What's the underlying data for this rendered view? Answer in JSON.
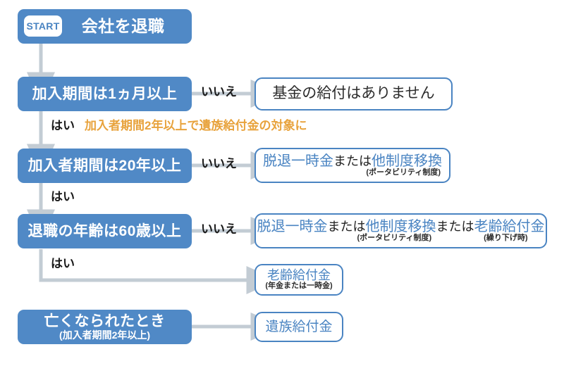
{
  "diagram": {
    "title_badge": "START",
    "accent_blue": "#5089c6",
    "outline_blue": "#4a84c2",
    "note_orange": "#e8a33d",
    "connector_gray": "#c3ccd4"
  },
  "nodes": {
    "start": {
      "label": "会社を退職",
      "badge": "START"
    },
    "decision1": {
      "label": "加入期間は1ヵ月以上"
    },
    "decision2": {
      "label": "加入者期間は20年以上"
    },
    "decision3": {
      "label": "退職の年齢は60歳以上"
    },
    "death": {
      "label": "亡くなられたとき",
      "sub": "(加入者期間2年以上)"
    },
    "outcome1": {
      "label": "基金の給付はありません"
    },
    "outcome2": {
      "seg1": "脱退一時金",
      "seg2": "または",
      "seg3": "他制度移換",
      "annot1": "(ポータビリティ制度)"
    },
    "outcome3": {
      "seg1": "脱退一時金",
      "seg2": "または",
      "seg3": "他制度移換",
      "seg4": "または",
      "seg5": "老齢給付金",
      "annot1": "(ポータビリティ制度)",
      "annot2": "(繰り下げ時)"
    },
    "outcome4": {
      "label": "老齢給付金",
      "sub": "(年金または一時金)"
    },
    "outcome5": {
      "label": "遺族給付金"
    }
  },
  "edges": {
    "no1": "いいえ",
    "no2": "いいえ",
    "no3": "いいえ",
    "yes1": "はい",
    "yes2": "はい",
    "yes3": "はい",
    "note1": "加入者期間2年以上で遺族給付金の対象に"
  }
}
